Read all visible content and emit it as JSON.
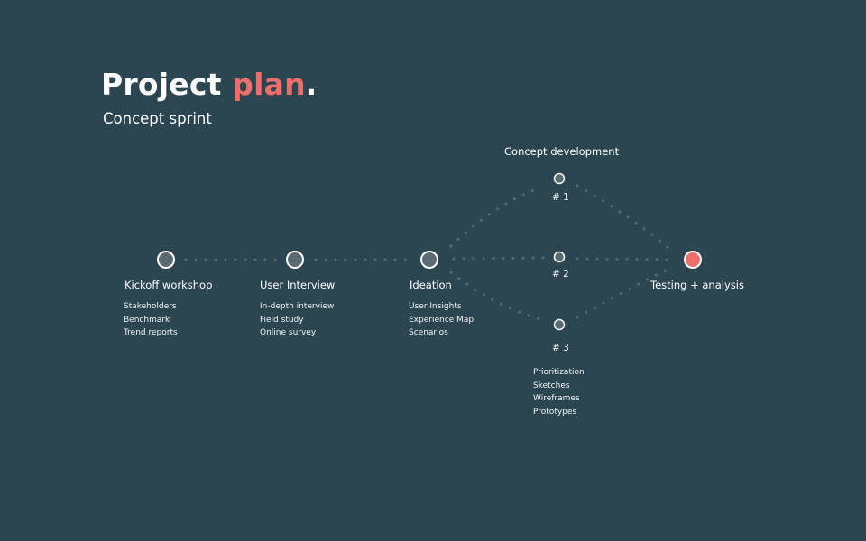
{
  "header": {
    "title_main": "Project",
    "title_accent": "plan",
    "title_dot": ".",
    "subtitle": "Concept sprint"
  },
  "colors": {
    "background": "#2c4651",
    "accent": "#ee6e6c",
    "node_fill": "#5b6b73",
    "connector": "#556a73"
  },
  "stages": {
    "kickoff": {
      "label": "Kickoff workshop",
      "items": [
        "Stakeholders",
        "Benchmark",
        "Trend reports"
      ]
    },
    "interview": {
      "label": "User Interview",
      "items": [
        "In-depth interview",
        "Field study",
        "Online survey"
      ]
    },
    "ideation": {
      "label": "Ideation",
      "items": [
        "User Insights",
        "Experience Map",
        "Scenarios"
      ]
    },
    "testing": {
      "label": "Testing + analysis"
    }
  },
  "concept": {
    "title": "Concept development",
    "branches": [
      "# 1",
      "# 2",
      "# 3"
    ],
    "items": [
      "Prioritization",
      "Sketches",
      "Wireframes",
      "Prototypes"
    ]
  }
}
